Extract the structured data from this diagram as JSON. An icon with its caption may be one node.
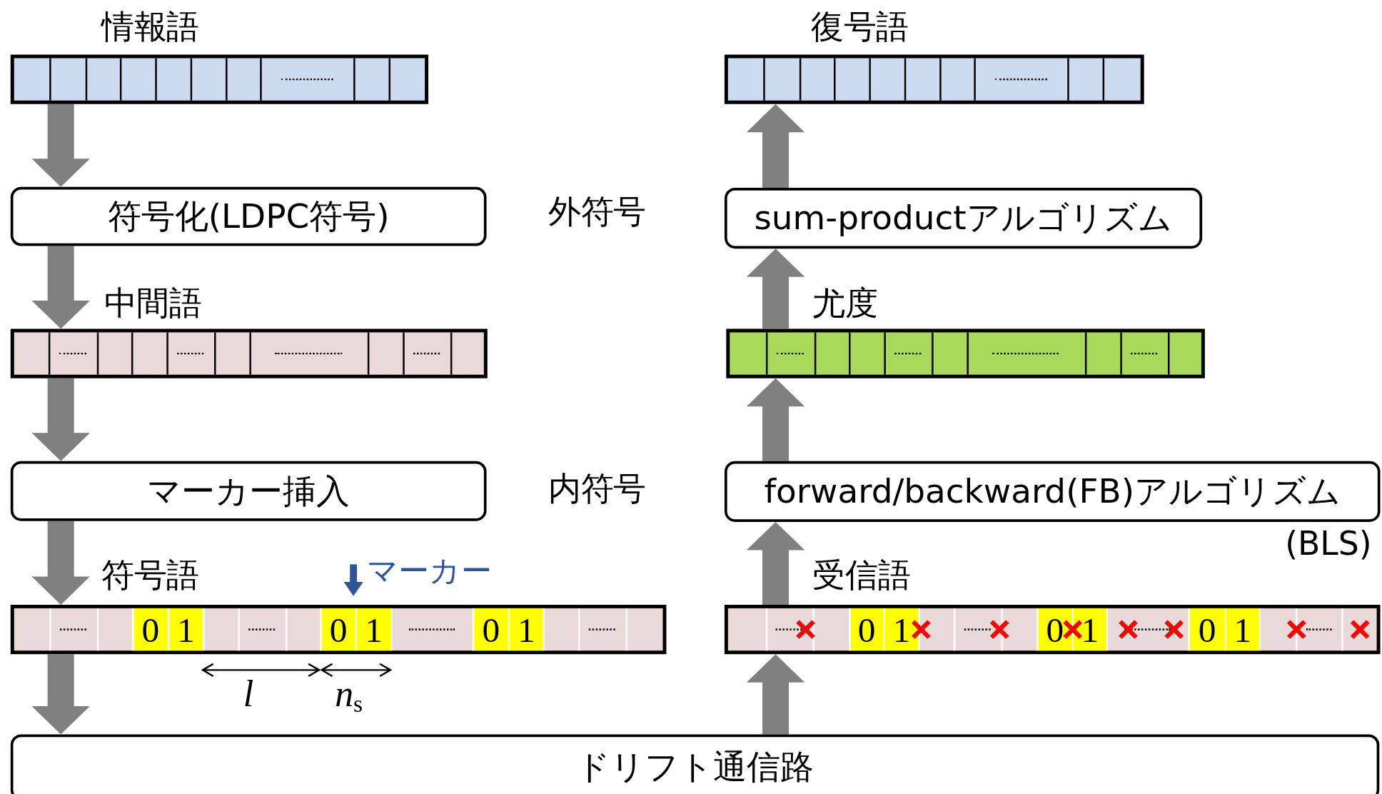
{
  "diagram": {
    "nodes": [
      {
        "text": [
          "情報語"
        ]
      },
      {
        "text": [
          "符号化(LDPC符号)"
        ]
      },
      {
        "text": [
          "中間語"
        ]
      },
      {
        "text": [
          "マーカー挿入"
        ]
      },
      {
        "text": [
          "符号語",
          "0",
          "1",
          "0",
          "1",
          "0",
          "1"
        ]
      },
      {
        "text": [
          "ドリフト通信路"
        ]
      },
      {
        "text": [
          "受信語",
          "0",
          "1",
          "0",
          "1",
          "0",
          "1"
        ]
      },
      {
        "text": [
          "forward/backward(FB)アルゴリズム"
        ],
        "beside": [
          "(BLS)"
        ]
      },
      {
        "text": [
          "尤度"
        ]
      },
      {
        "text": [
          "sum-productアルゴリズム"
        ]
      },
      {
        "text": [
          "復号語"
        ]
      }
    ],
    "edges": [
      {
        "from": 0,
        "to": 1,
        "arrow": "to"
      },
      {
        "from": 1,
        "to": 2,
        "arrow": "to"
      },
      {
        "from": 2,
        "to": 3,
        "arrow": "to"
      },
      {
        "from": 3,
        "to": 4,
        "arrow": "to"
      },
      {
        "from": 4,
        "to": 5,
        "arrow": "to"
      },
      {
        "from": 5,
        "to": 6,
        "arrow": "to"
      },
      {
        "from": 6,
        "to": 7,
        "arrow": "to"
      },
      {
        "from": 7,
        "to": 8,
        "arrow": "to"
      },
      {
        "from": 8,
        "to": 9,
        "arrow": "to"
      },
      {
        "from": 9,
        "to": 10,
        "arrow": "to"
      }
    ],
    "labels": [
      "外符号",
      "内符号",
      "マーカー",
      "l",
      "n$_{s}$"
    ]
  }
}
